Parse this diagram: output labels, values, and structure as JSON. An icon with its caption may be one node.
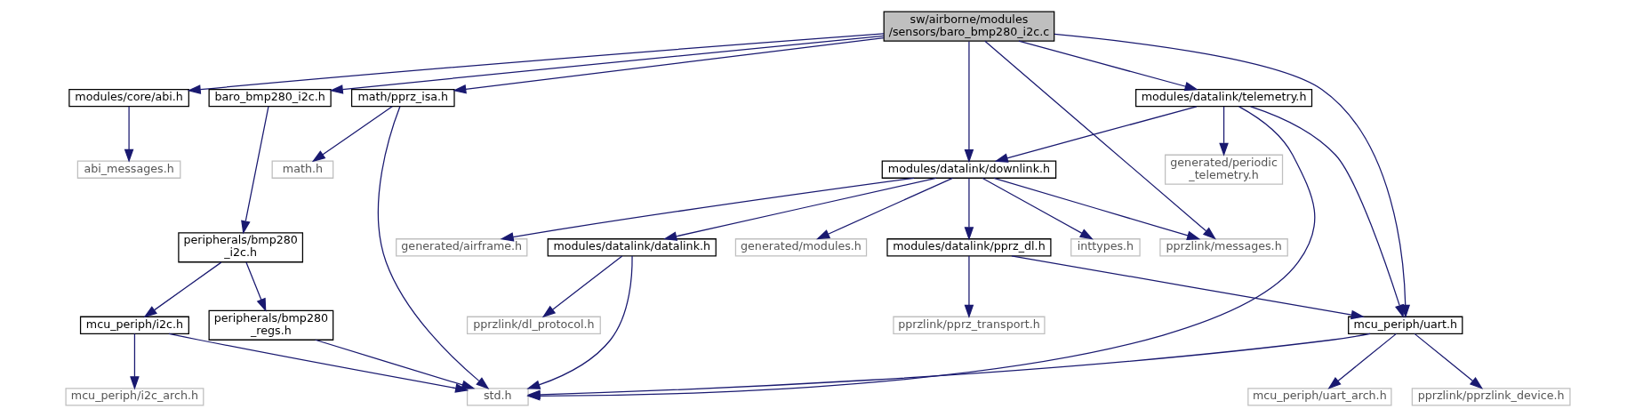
{
  "diagram": {
    "nodes": [
      {
        "text": [
          "sw/airborne/modules /sensors/baro_bmp280_i2c.c"
        ]
      },
      {
        "text": [
          "modules/core/abi.h"
        ]
      },
      {
        "text": [
          "baro_bmp280_i2c.h"
        ]
      },
      {
        "text": [
          "math/pprz_isa.h"
        ]
      },
      {
        "text": [
          "modules/datalink/telemetry.h"
        ]
      },
      {
        "text": [
          "abi_messages.h"
        ]
      },
      {
        "text": [
          "math.h"
        ]
      },
      {
        "text": [
          "modules/datalink/downlink.h"
        ]
      },
      {
        "text": [
          "generated/periodic _telemetry.h"
        ]
      },
      {
        "text": [
          "peripherals/bmp280 _i2c.h"
        ]
      },
      {
        "text": [
          "pprzlink/messages.h"
        ]
      },
      {
        "text": [
          "modules/datalink/datalink.h"
        ]
      },
      {
        "text": [
          "generated/modules.h"
        ]
      },
      {
        "text": [
          "inttypes.h"
        ]
      },
      {
        "text": [
          "generated/airframe.h"
        ]
      },
      {
        "text": [
          "modules/datalink/pprz_dl.h"
        ]
      },
      {
        "text": [
          "mcu_periph/i2c.h"
        ]
      },
      {
        "text": [
          "peripherals/bmp280 _regs.h"
        ]
      },
      {
        "text": [
          "pprzlink/dl_protocol.h"
        ]
      },
      {
        "text": [
          "pprzlink/pprz_transport.h"
        ]
      },
      {
        "text": [
          "mcu_periph/uart.h"
        ]
      },
      {
        "text": [
          "mcu_periph/i2c_arch.h"
        ]
      },
      {
        "text": [
          "std.h"
        ]
      },
      {
        "text": [
          "mcu_periph/uart_arch.h"
        ]
      },
      {
        "text": [
          "pprzlink/pprzlink_device.h"
        ]
      }
    ],
    "edges": [
      {
        "from": 0,
        "to": 1,
        "arrow": "to"
      },
      {
        "from": 0,
        "to": 2,
        "arrow": "to"
      },
      {
        "from": 0,
        "to": 3,
        "arrow": "to"
      },
      {
        "from": 0,
        "to": 10,
        "arrow": "to"
      },
      {
        "from": 0,
        "to": 7,
        "arrow": "to"
      },
      {
        "from": 0,
        "to": 4,
        "arrow": "to"
      },
      {
        "from": 0,
        "to": 20,
        "arrow": "to"
      },
      {
        "from": 1,
        "to": 5,
        "arrow": "to"
      },
      {
        "from": 2,
        "to": 9,
        "arrow": "to"
      },
      {
        "from": 3,
        "to": 6,
        "arrow": "to"
      },
      {
        "from": 3,
        "to": 22,
        "arrow": "to"
      },
      {
        "from": 4,
        "to": 7,
        "arrow": "to"
      },
      {
        "from": 4,
        "to": 8,
        "arrow": "to"
      },
      {
        "from": 4,
        "to": 22,
        "arrow": "to"
      },
      {
        "from": 4,
        "to": 20,
        "arrow": "to"
      },
      {
        "from": 7,
        "to": 10,
        "arrow": "to"
      },
      {
        "from": 7,
        "to": 11,
        "arrow": "to"
      },
      {
        "from": 7,
        "to": 12,
        "arrow": "to"
      },
      {
        "from": 7,
        "to": 13,
        "arrow": "to"
      },
      {
        "from": 7,
        "to": 14,
        "arrow": "to"
      },
      {
        "from": 7,
        "to": 15,
        "arrow": "to"
      },
      {
        "from": 9,
        "to": 16,
        "arrow": "to"
      },
      {
        "from": 9,
        "to": 17,
        "arrow": "to"
      },
      {
        "from": 11,
        "to": 18,
        "arrow": "to"
      },
      {
        "from": 11,
        "to": 22,
        "arrow": "to"
      },
      {
        "from": 15,
        "to": 19,
        "arrow": "to"
      },
      {
        "from": 15,
        "to": 20,
        "arrow": "to"
      },
      {
        "from": 16,
        "to": 21,
        "arrow": "to"
      },
      {
        "from": 16,
        "to": 22,
        "arrow": "to"
      },
      {
        "from": 17,
        "to": 22,
        "arrow": "to"
      },
      {
        "from": 20,
        "to": 22,
        "arrow": "to"
      },
      {
        "from": 20,
        "to": 23,
        "arrow": "to"
      },
      {
        "from": 20,
        "to": 24,
        "arrow": "to"
      }
    ]
  }
}
